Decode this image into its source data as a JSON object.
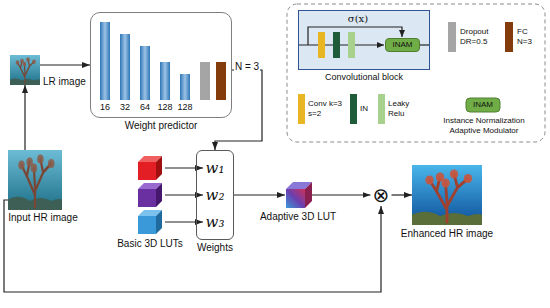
{
  "diagram": {
    "nodes": [
      {
        "text": [
          "LR image"
        ]
      },
      {
        "text": [
          "Input HR image"
        ]
      },
      {
        "text": [
          "Weight predictor"
        ]
      },
      {
        "text": [
          "Basic 3D LUTs"
        ]
      },
      {
        "text": [
          "Weights"
        ]
      },
      {
        "text": [
          "w₁"
        ],
        "in": 4
      },
      {
        "text": [
          "w₂"
        ],
        "in": 4
      },
      {
        "text": [
          "w₃"
        ],
        "in": 4
      },
      {
        "text": [
          "Adaptive 3D LUT"
        ]
      },
      {
        "text": [
          "⊗"
        ]
      },
      {
        "text": [
          "Enhanced HR image"
        ]
      },
      {
        "text": [
          "Convolutional block"
        ]
      },
      {
        "text": [
          "INAM"
        ],
        "in": 11
      }
    ],
    "edges": [
      {
        "from": 1,
        "to": 0,
        "arrow": "to"
      },
      {
        "from": 0,
        "to": 2,
        "arrow": "to"
      },
      {
        "from": 2,
        "to": 4,
        "label": "N = 3",
        "arrow": "to"
      },
      {
        "from": 3,
        "to": 5,
        "arrow": "to"
      },
      {
        "from": 3,
        "to": 6,
        "arrow": "to"
      },
      {
        "from": 3,
        "to": 7,
        "arrow": "to"
      },
      {
        "from": 4,
        "to": 8,
        "arrow": "to"
      },
      {
        "from": 8,
        "to": 9,
        "arrow": "to"
      },
      {
        "from": 1,
        "to": 9,
        "arrow": "to"
      },
      {
        "from": 9,
        "to": 10,
        "arrow": "to"
      }
    ],
    "labels": [
      "σ(x)",
      "16",
      "32",
      "64",
      "128",
      "128",
      "INAM"
    ],
    "legend": [
      {
        "text": "Dropout DR=0.5",
        "color": "#a5a5a5"
      },
      {
        "text": "FC N=3",
        "color": "#843c0c"
      },
      {
        "text": "Conv k=3 s=2",
        "color": "#e8b523"
      },
      {
        "text": "IN",
        "color": "#1e5c3a"
      },
      {
        "text": "Leaky Relu",
        "color": "#a9d18e"
      },
      {
        "text": "Instance Normalization Adaptive Modulator"
      }
    ]
  }
}
